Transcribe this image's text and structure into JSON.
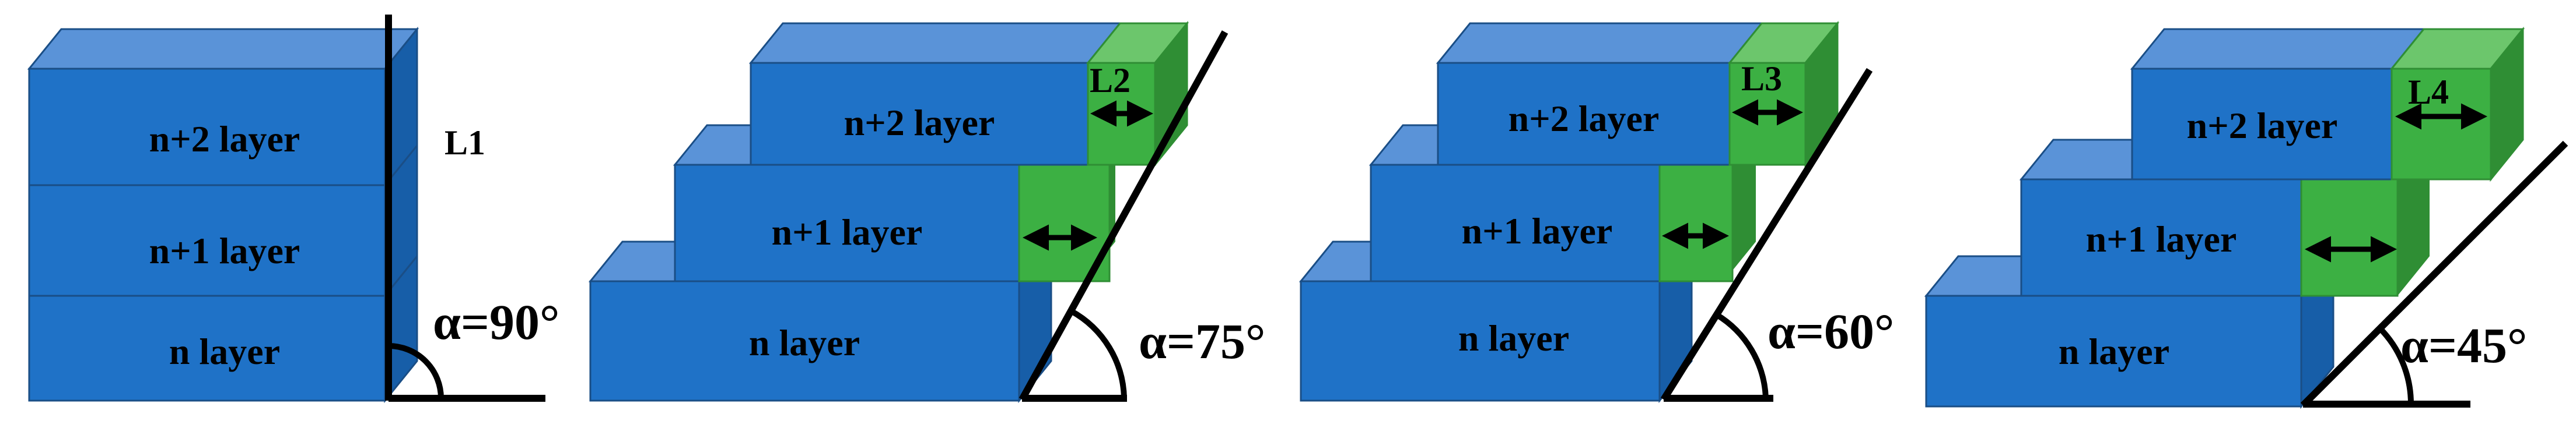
{
  "colors": {
    "block_front": "#1F72C7",
    "block_top": "#5A93D8",
    "block_side": "#175EA8",
    "block_edge": "#1A4E86",
    "green_front": "#3CB043",
    "green_top": "#6CC66C",
    "green_side": "#2F8E34",
    "line": "#000000"
  },
  "panels": [
    {
      "labels": {
        "n": "n layer",
        "n1": "n+1 layer",
        "n2": "n+2 layer"
      },
      "angle": "α=90°",
      "offset_label": "L1"
    },
    {
      "labels": {
        "n": "n layer",
        "n1": "n+1 layer",
        "n2": "n+2 layer"
      },
      "angle": "α=75°",
      "offset_label": "L2"
    },
    {
      "labels": {
        "n": "n layer",
        "n1": "n+1 layer",
        "n2": "n+2 layer"
      },
      "angle": "α=60°",
      "offset_label": "L3"
    },
    {
      "labels": {
        "n": "n layer",
        "n1": "n+1 layer",
        "n2": "n+2 layer"
      },
      "angle": "α=45°",
      "offset_label": "L4"
    }
  ]
}
